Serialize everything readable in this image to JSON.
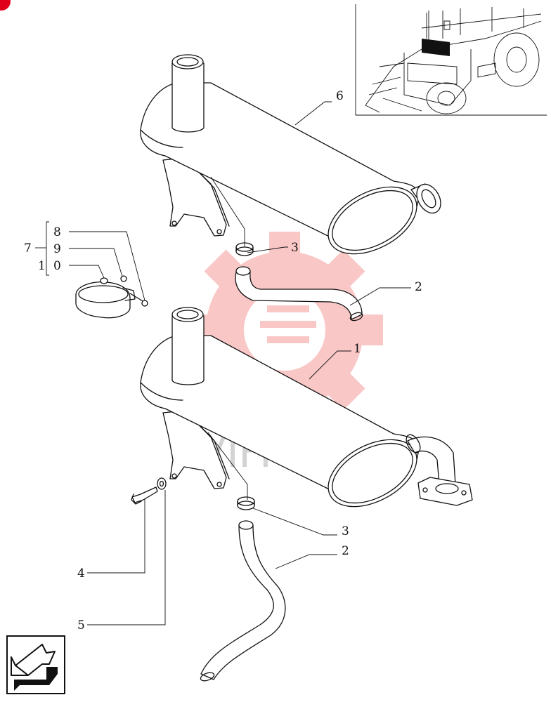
{
  "callouts": {
    "c1": "1",
    "c2_upper": "2",
    "c2_lower": "2",
    "c3_upper": "3",
    "c3_lower": "3",
    "c4": "4",
    "c5": "5",
    "c6": "6",
    "c7": "7",
    "c8": "8",
    "c9": "9",
    "c10_a": "1",
    "c10_b": "0"
  },
  "watermark": {
    "text": "VIHTEX",
    "color": "#f24b4b"
  },
  "corner_badge_color": "#e0001b",
  "nav_icon": "arrow-left-icon"
}
